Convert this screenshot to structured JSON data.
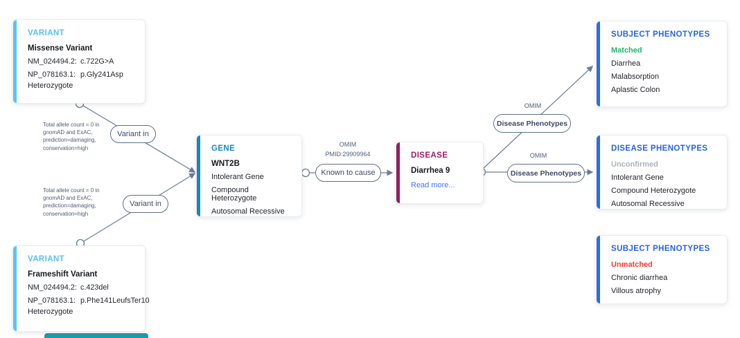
{
  "colors": {
    "variant_accent": "#5bc5f2",
    "gene_accent": "#1787bd",
    "disease_accent": "#971c60",
    "phenotype_accent": "#2b6ce8",
    "variant_title": "#56c1ef",
    "gene_title": "#1789be",
    "disease_title": "#9e2064",
    "phenotype_title": "#2465e0",
    "matched_status": "#1fb46a",
    "unconfirmed_status": "#abb2bd",
    "unmatched_status": "#ed3b2e",
    "link": "#4272f5",
    "edge_line": "#6b7a99",
    "partial_card_accent": "#1a9ba8"
  },
  "cards": {
    "variant_top": {
      "title": "VARIANT",
      "subtitle": "Missense Variant",
      "rows": [
        {
          "label": "NM_024494.2:",
          "value": "c.722G>A"
        },
        {
          "label": "NP_078163.1:",
          "value": "p.Gly241Asp"
        }
      ],
      "zygosity": "Heterozygote"
    },
    "variant_bottom": {
      "title": "VARIANT",
      "subtitle": "Frameshift Variant",
      "rows": [
        {
          "label": "NM_024494.2:",
          "value": "c.423del"
        },
        {
          "label": "NP_078163.1:",
          "value": "p.Phe141LeufsTer10"
        }
      ],
      "zygosity": "Heterozygote"
    },
    "gene": {
      "title": "GENE",
      "subtitle": "WNT2B",
      "items": [
        "Intolerant Gene",
        "Compound Heterozygote",
        "Autosomal Recessive"
      ]
    },
    "disease": {
      "title": "DISEASE",
      "subtitle": "Diarrhea 9",
      "link_label": "Read more..."
    },
    "subject_matched": {
      "title": "SUBJECT PHENOTYPES",
      "status": "Matched",
      "items": [
        "Diarrhea",
        "Malabsorption",
        "Aplastic Colon"
      ]
    },
    "disease_phenotypes": {
      "title": "DISEASE PHENOTYPES",
      "status": "Unconfirmed",
      "items": [
        "Intolerant Gene",
        "Compound Heterozygote",
        "Autosomal Recessive"
      ]
    },
    "subject_unmatched": {
      "title": "SUBJECT PHENOTYPES",
      "status": "Unmatched",
      "items": [
        "Chronic diarrhea",
        "Villous atrophy"
      ]
    }
  },
  "edges": {
    "variant_in_top": "Variant in",
    "variant_in_bottom": "Variant in",
    "known_to_cause": "Known to cause",
    "disease_phenotypes_top": "Disease Phenotypes",
    "disease_phenotypes_bottom": "Disease Phenotypes",
    "annotation_top": "Total allele count = 0 in gnomAD and ExAC, prediction=damaging, conservation=high",
    "annotation_bottom": "Total allele count = 0 in gnomAD and ExAC, prediction=damaging, conservation=high",
    "known_to_cause_source_line1": "OMIM",
    "known_to_cause_source_line2": "PMID:29909964",
    "pheno_top_source": "OMIM",
    "pheno_bottom_source": "OMIM"
  }
}
